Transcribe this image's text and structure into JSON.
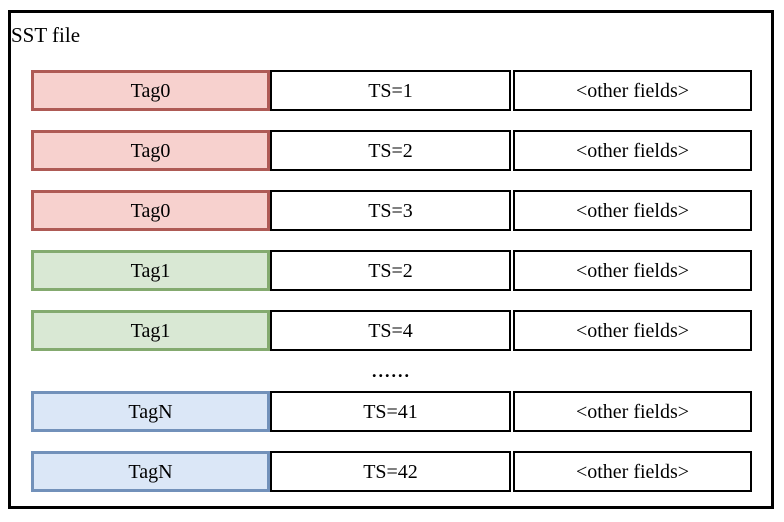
{
  "diagram": {
    "title": "SST file",
    "ellipsis": "......",
    "ellipsis_after_index": 4,
    "colors": {
      "red": {
        "fill": "#f7d1ce",
        "border": "#ae5a55"
      },
      "green": {
        "fill": "#d9e8d4",
        "border": "#84aa6f"
      },
      "blue": {
        "fill": "#dbe7f7",
        "border": "#7291ba"
      }
    },
    "rows": [
      {
        "tag": "Tag0",
        "ts": "TS=1",
        "other": "<other fields>",
        "color": "red"
      },
      {
        "tag": "Tag0",
        "ts": "TS=2",
        "other": "<other fields>",
        "color": "red"
      },
      {
        "tag": "Tag0",
        "ts": "TS=3",
        "other": "<other fields>",
        "color": "red"
      },
      {
        "tag": "Tag1",
        "ts": "TS=2",
        "other": "<other fields>",
        "color": "green"
      },
      {
        "tag": "Tag1",
        "ts": "TS=4",
        "other": "<other fields>",
        "color": "green"
      },
      {
        "tag": "TagN",
        "ts": "TS=41",
        "other": "<other fields>",
        "color": "blue"
      },
      {
        "tag": "TagN",
        "ts": "TS=42",
        "other": "<other fields>",
        "color": "blue"
      }
    ]
  }
}
